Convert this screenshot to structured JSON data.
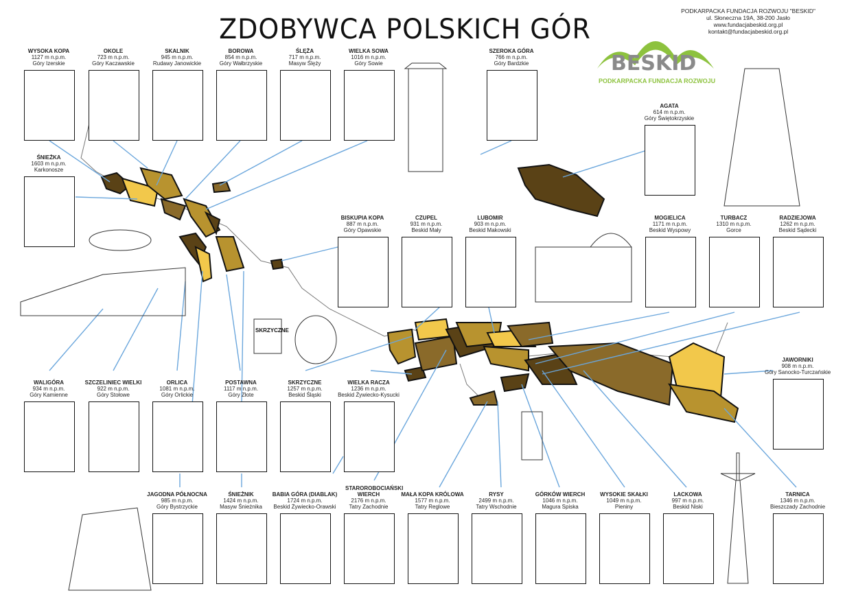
{
  "title": "ZDOBYWCA POLSKICH GÓR",
  "organization": {
    "name": "PODKARPACKA FUNDACJA ROZWOJU \"BESKID\"",
    "address": "ul. Słoneczna 19A, 38-200 Jasło",
    "website": "www.fundacjabeskid.org.pl",
    "email": "kontakt@fundacjabeskid.org.pl"
  },
  "logo": {
    "word": "BESKID",
    "subtitle": "PODKARPACKA FUNDACJA ROZWOJU",
    "color": "#8dc23e",
    "text_color": "#8a8a8a"
  },
  "colors": {
    "dark_brown": "#5a4216",
    "brown": "#8a6a2a",
    "ochre": "#b8932f",
    "yellow": "#f2c84b",
    "line": "#6aa6dc"
  },
  "peaks": [
    {
      "name": "Wysoka Kopa",
      "height": "1127 m n.p.m.",
      "range": "Góry Izerskie"
    },
    {
      "name": "Okole",
      "height": "723 m n.p.m.",
      "range": "Góry Kaczawskie"
    },
    {
      "name": "Skalnik",
      "height": "945 m n.p.m.",
      "range": "Rudawy Janowickie"
    },
    {
      "name": "Borowa",
      "height": "854 m n.p.m.",
      "range": "Góry Wałbrzyskie"
    },
    {
      "name": "Ślęża",
      "height": "717 m n.p.m.",
      "range": "Masyw Ślęży"
    },
    {
      "name": "Wielka Sowa",
      "height": "1016 m n.p.m.",
      "range": "Góry Sowie"
    },
    {
      "name": "Szeroka Góra",
      "height": "766 m n.p.m.",
      "range": "Góry Bardzkie"
    },
    {
      "name": "Śnieżka",
      "height": "1603 m n.p.m.",
      "range": "Karkonosze"
    },
    {
      "name": "Agata",
      "height": "614 m n.p.m.",
      "range": "Góry Świętokrzyskie"
    },
    {
      "name": "Biskupia Kopa",
      "height": "887 m n.p.m.",
      "range": "Góry Opawskie"
    },
    {
      "name": "Czupel",
      "height": "931 m n.p.m.",
      "range": "Beskid Mały"
    },
    {
      "name": "Lubomir",
      "height": "903 m n.p.m.",
      "range": "Beskid Makowski"
    },
    {
      "name": "Mogielica",
      "height": "1171 m n.p.m.",
      "range": "Beskid Wyspowy"
    },
    {
      "name": "Turbacz",
      "height": "1310 m n.p.m.",
      "range": "Gorce"
    },
    {
      "name": "Radziejowa",
      "height": "1262 m n.p.m.",
      "range": "Beskid Sądecki"
    },
    {
      "name": "Jaworniki",
      "height": "908 m n.p.m.",
      "range": "Góry Sanocko-Turczańskie"
    },
    {
      "name": "Waligóra",
      "height": "934 m n.p.m.",
      "range": "Góry Kamienne"
    },
    {
      "name": "Szczeliniec Wielki",
      "height": "922 m n.p.m.",
      "range": "Góry Stołowe"
    },
    {
      "name": "Orlica",
      "height": "1081 m n.p.m.",
      "range": "Góry Orlickie"
    },
    {
      "name": "Postawna",
      "height": "1117 m n.p.m.",
      "range": "Góry Złote"
    },
    {
      "name": "Skrzyczne",
      "height": "1257 m n.p.m.",
      "range": "Beskid Śląski"
    },
    {
      "name": "Wielka Racza",
      "height": "1236 m n.p.m.",
      "range": "Beskid Żywiecko-Kysucki"
    },
    {
      "name": "Jagodna Północna",
      "height": "985 m n.p.m.",
      "range": "Góry Bystrzyckie"
    },
    {
      "name": "Śnieżnik",
      "height": "1424 m n.p.m.",
      "range": "Masyw Śnieżnika"
    },
    {
      "name": "Babia Góra (Diablak)",
      "height": "1724 m n.p.m.",
      "range": "Beskid Żywiecko-Orawski"
    },
    {
      "name": "Starorobociański Wierch",
      "height": "2176 m n.p.m.",
      "range": "Tatry Zachodnie"
    },
    {
      "name": "Mała Kopa Królowa",
      "height": "1577 m n.p.m.",
      "range": "Tatry Reglowe"
    },
    {
      "name": "Rysy",
      "height": "2499 m n.p.m.",
      "range": "Tatry Wschodnie"
    },
    {
      "name": "Górków Wierch",
      "height": "1046 m n.p.m.",
      "range": "Magura Spiska"
    },
    {
      "name": "Wysokie Skałki",
      "height": "1049 m n.p.m.",
      "range": "Pieniny"
    },
    {
      "name": "Lackowa",
      "height": "997 m n.p.m.",
      "range": "Beskid Niski"
    },
    {
      "name": "Tarnica",
      "height": "1346 m n.p.m.",
      "range": "Bieszczady Zachodnie"
    }
  ],
  "sign_text": "SKRZYCZNE"
}
